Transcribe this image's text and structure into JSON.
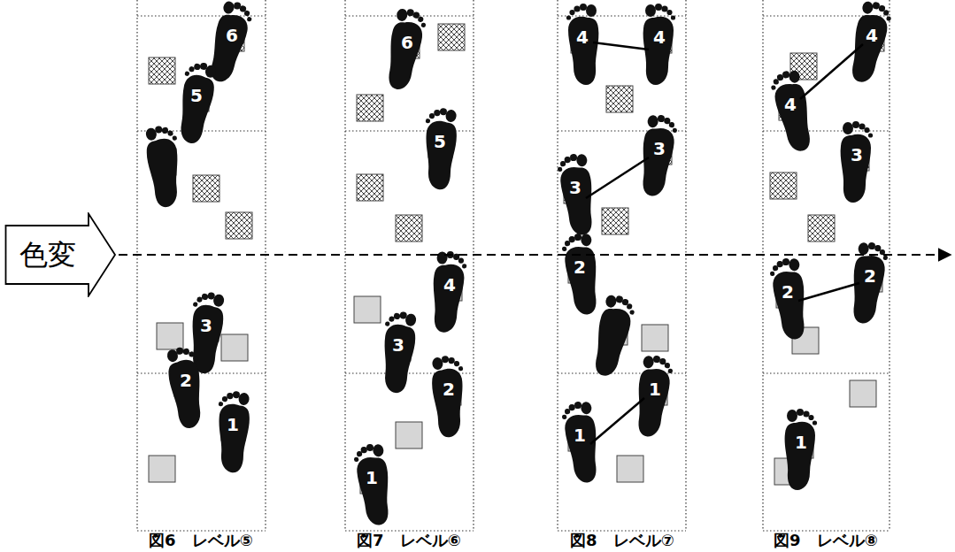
{
  "diagram": {
    "nodes": [
      {
        "text": [
          "色変"
        ]
      }
    ],
    "labels": [
      "6",
      "5",
      "3",
      "2",
      "1",
      "6",
      "5",
      "4",
      "3",
      "2",
      "1",
      "4",
      "4",
      "3",
      "3",
      "2",
      "1",
      "1",
      "4",
      "4",
      "3",
      "2",
      "2",
      "1",
      "図6　レベル⑤",
      "図7　レベル⑥",
      "図8　レベル⑦",
      "図9　レベル⑧"
    ]
  }
}
